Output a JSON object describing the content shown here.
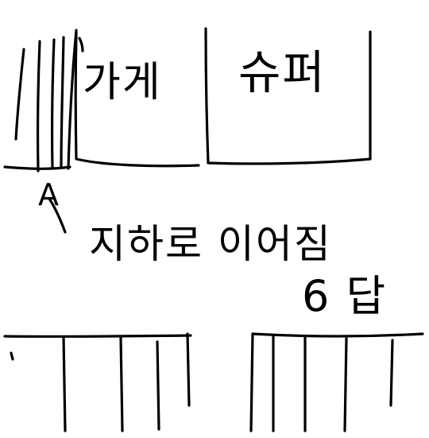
{
  "labels": {
    "store": "가게",
    "supermarket": "슈퍼",
    "building_a": "A",
    "underpass_continues": "지하로 이어짐",
    "exit_6": "6 답"
  },
  "colors": {
    "ink": "#000000",
    "paper": "#ffffff"
  }
}
